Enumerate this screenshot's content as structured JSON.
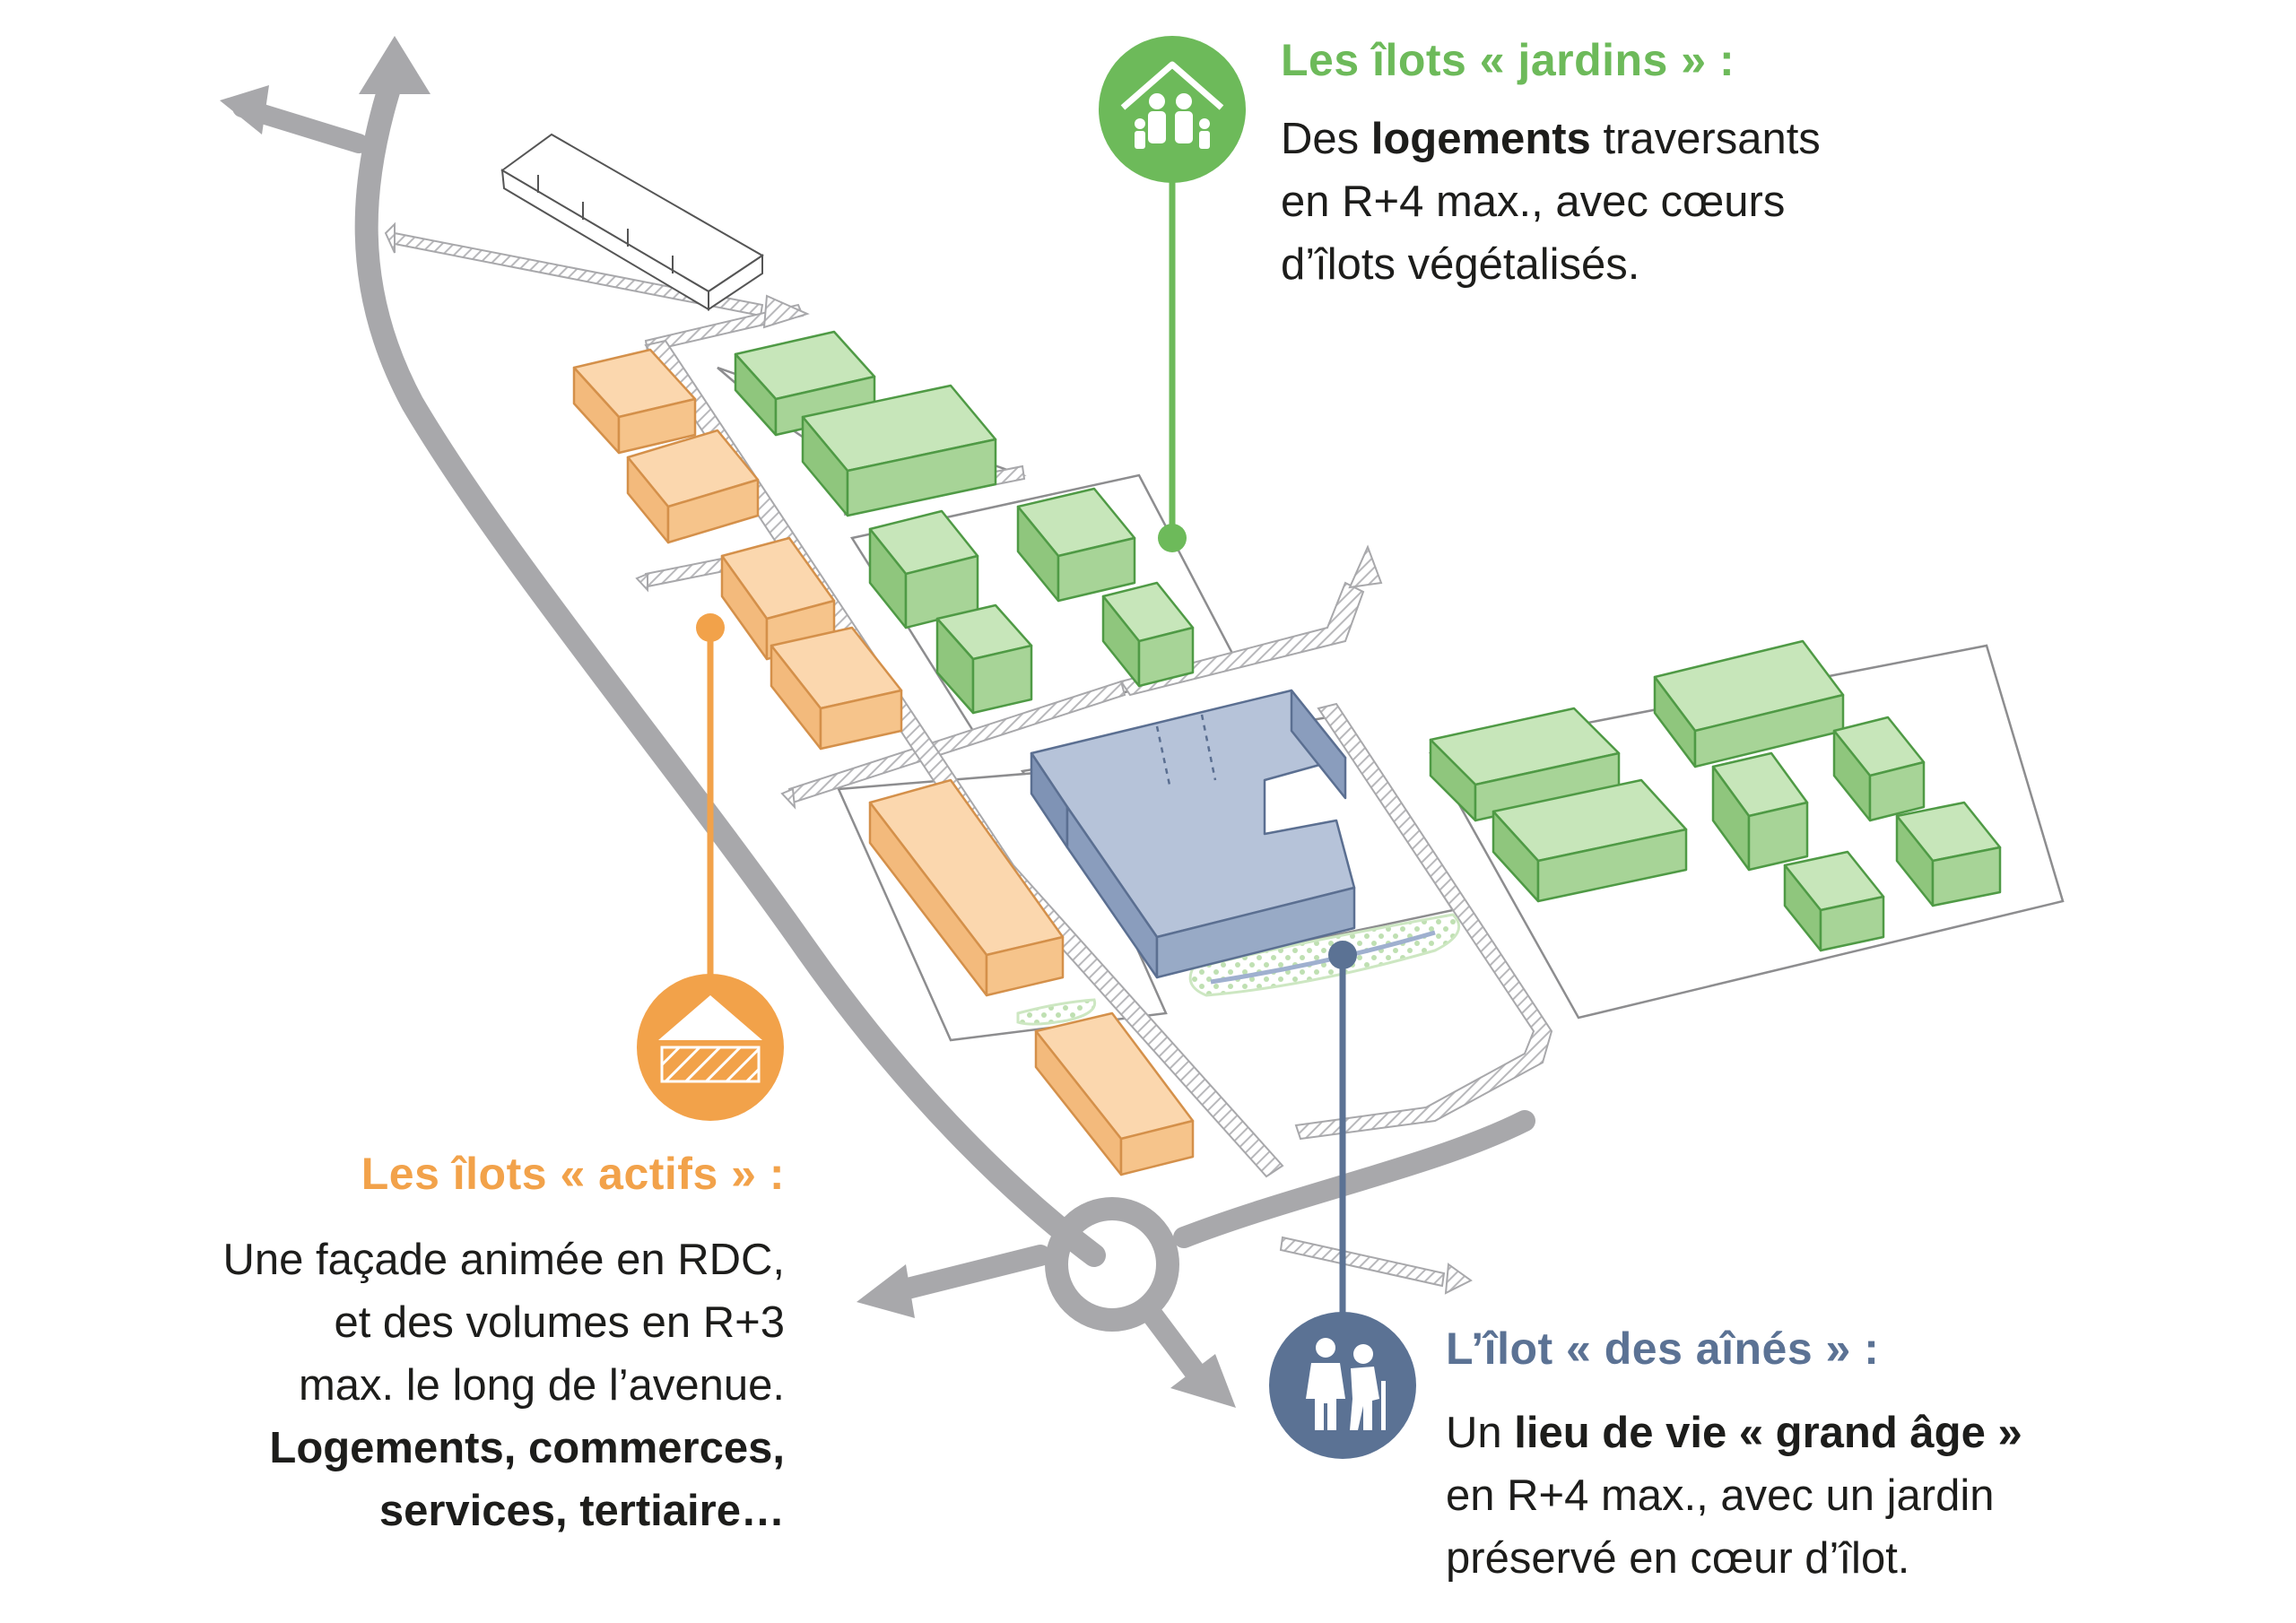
{
  "colors": {
    "jardins": "#6dba5a",
    "actifs": "#f2a24a",
    "aines": "#5b7294",
    "road": "#a8a8ab",
    "green_block": "#a7d497",
    "orange_block": "#f6c48b",
    "blue_block": "#98aac6"
  },
  "jardins": {
    "icon": "family-house-icon",
    "title": "Les îlots « jardins » :",
    "line1_pre": "Des ",
    "line1_bold": "logements",
    "line1_post": " traversants",
    "line2": "en R+4 max., avec cœurs",
    "line3": "d’îlots végétalisés."
  },
  "actifs": {
    "icon": "storefront-awning-icon",
    "title": "Les îlots « actifs » :",
    "line1": "Une façade animée en RDC,",
    "line2": "et des volumes en R+3",
    "line3": "max. le long de l’avenue.",
    "line4": "Logements, commerces,",
    "line5": "services, tertiaire…"
  },
  "aines": {
    "icon": "elderly-couple-icon",
    "title": "L’îlot « des aînés » :",
    "line1_pre": "Un ",
    "line1_bold": "lieu de vie « grand âge »",
    "line2": "en R+4 max., avec un jardin",
    "line3": "préservé en cœur d’îlot."
  }
}
